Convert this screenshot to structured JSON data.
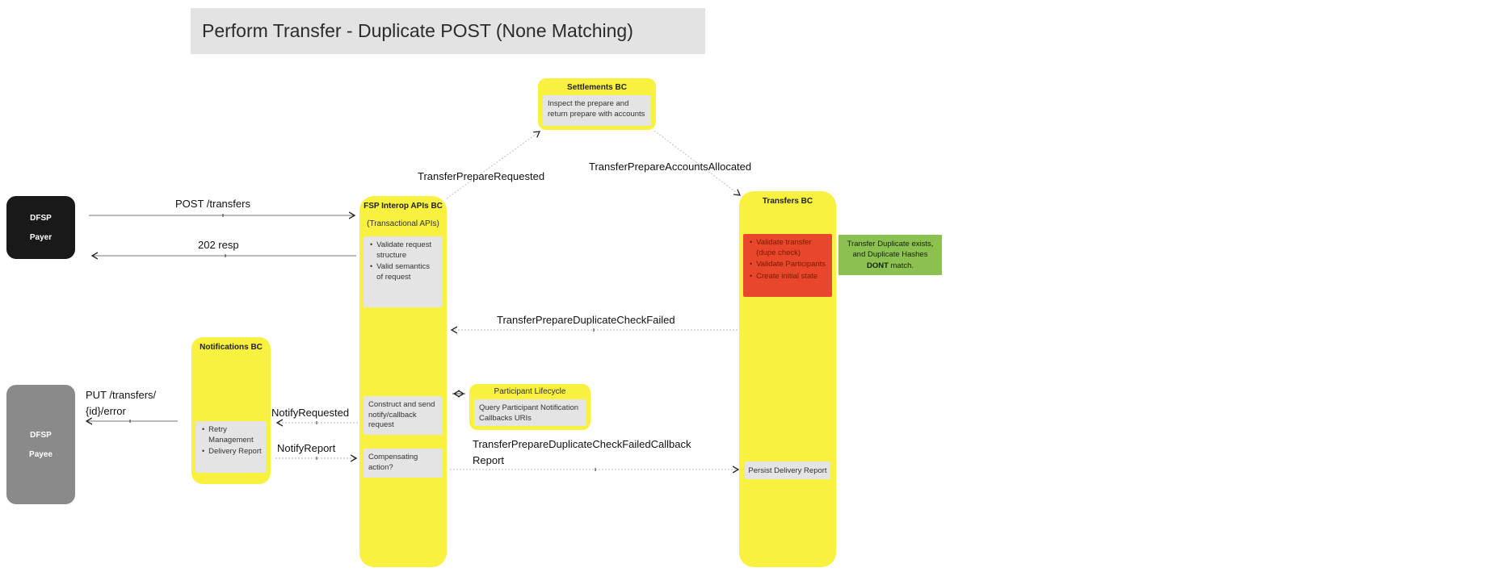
{
  "title": "Perform Transfer - Duplicate POST (None Matching)",
  "actors": {
    "payer": {
      "line1": "DFSP",
      "line2": "Payer"
    },
    "payee": {
      "line1": "DFSP",
      "line2": "Payee"
    }
  },
  "nodes": {
    "settlements": {
      "title": "Settlements BC",
      "note": "Inspect the prepare and return prepare with accounts"
    },
    "fsp_interop": {
      "title": "FSP Interop APIs BC",
      "subtitle": "(Transactional APIs)",
      "validation_bullets": [
        "Validate request structure",
        "Valid semantics of request"
      ],
      "construct_note": "Construct and send notify/callback request",
      "compensating_note": "Compensating action?"
    },
    "transfers": {
      "title": "Transfers BC",
      "task_bullets": [
        "Validate transfer (dupe check)",
        "Validate Participants",
        "Create initial state"
      ],
      "persist_note": "Persist Delivery Report"
    },
    "notifications": {
      "title": "Notifications BC",
      "bullets": [
        "Retry Management",
        "Delivery Report"
      ]
    },
    "participant_lifecycle": {
      "title": "Participant Lifecycle",
      "note": "Query Participant Notification Callbacks URIs"
    },
    "duplicate_annotation": {
      "text_before": "Transfer Duplicate exists, and Duplicate Hashes",
      "bold_word": "DONT",
      "text_after": "match."
    }
  },
  "messages": {
    "post_transfers": "POST /transfers",
    "resp_202": "202 resp",
    "transfer_prepare_requested": "TransferPrepareRequested",
    "transfer_prepare_accounts_allocated": "TransferPrepareAccountsAllocated",
    "transfer_prepare_duplicate_check_failed": "TransferPrepareDuplicateCheckFailed",
    "notify_requested": "NotifyRequested",
    "notify_report": "NotifyReport",
    "put_transfers_error_line1": "PUT /transfers/",
    "put_transfers_error_line2": "{id}/error",
    "callback_report_line1": "TransferPrepareDuplicateCheckFailedCallback",
    "callback_report_line2": "Report"
  },
  "colors": {
    "node_yellow": "#f9f13f",
    "note_gray": "#e4e4e4",
    "alert_red": "#e8472b",
    "alert_red_text": "#7a1a00",
    "annotation_green": "#8cc152",
    "payer_black": "#191919",
    "payee_gray": "#8a8a8a",
    "titlebar_gray": "#e3e3e3"
  }
}
